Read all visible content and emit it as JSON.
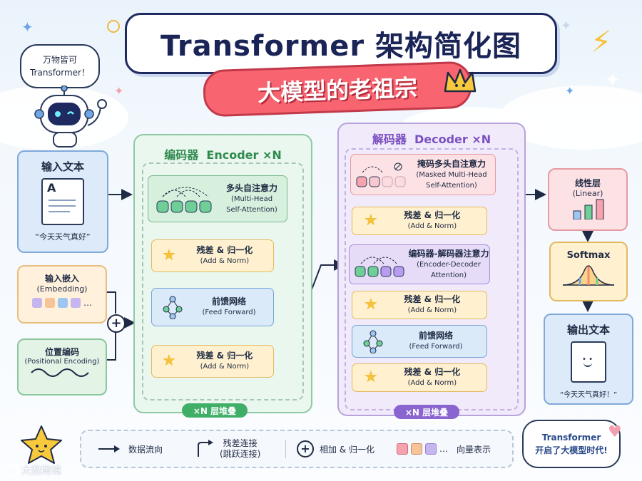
{
  "header": {
    "title": "Transformer 架构简化图",
    "subtitle": "大模型的老祖宗"
  },
  "mascot": {
    "bubble_line1": "万物皆可",
    "bubble_line2": "Transformer！"
  },
  "input_text": {
    "title": "输入文本",
    "doc_letter": "A",
    "sample": "“今天天气真好”"
  },
  "embedding": {
    "title": "输入嵌入",
    "sub": "(Embedding)",
    "ellipsis": "…"
  },
  "positional": {
    "title": "位置编码",
    "sub": "(Positional Encoding)"
  },
  "encoder": {
    "title": "编码器",
    "title_en": "Encoder ×N",
    "attention": {
      "label": "多头自注意力",
      "sub": "(Multi-Head Self-Attention)"
    },
    "addnorm1": {
      "label": "残差 & 归一化",
      "sub": "(Add & Norm)"
    },
    "ffn": {
      "label": "前馈网络",
      "sub": "(Feed Forward)"
    },
    "addnorm2": {
      "label": "残差 & 归一化",
      "sub": "(Add & Norm)"
    },
    "badge": "×N 层堆叠"
  },
  "decoder": {
    "title": "解码器",
    "title_en": "Decoder ×N",
    "masked": {
      "label": "掩码多头自注意力",
      "sub1": "(Masked Multi-Head",
      "sub2": "Self-Attention)"
    },
    "addnorm1": {
      "label": "残差 & 归一化",
      "sub": "(Add & Norm)"
    },
    "cross": {
      "label": "编码器-解码器注意力",
      "sub1": "(Encoder-Decoder",
      "sub2": "Attention)"
    },
    "addnorm2": {
      "label": "残差 & 归一化",
      "sub": "(Add & Norm)"
    },
    "ffn": {
      "label": "前馈网络",
      "sub": "(Feed Forward)"
    },
    "addnorm3": {
      "label": "残差 & 归一化",
      "sub": "(Add & Norm)"
    },
    "badge": "×N 层堆叠"
  },
  "linear": {
    "title": "线性层",
    "sub": "(Linear)"
  },
  "softmax": {
    "title": "Softmax"
  },
  "output_text": {
    "title": "输出文本",
    "sample": "“今天天气真好！”"
  },
  "legend": {
    "data_flow": "数据流向",
    "residual": "残差连接",
    "residual_sub": "(跳跃连接)",
    "add_norm": "相加 & 归一化",
    "vector_ellipsis": "…",
    "vector": "向量表示"
  },
  "footer_bubble": {
    "line1": "Transformer",
    "line2": "开启了大模型时代!"
  },
  "watermark": "大数跨境",
  "colors": {
    "encoder": "#8fc9a3",
    "decoder": "#b8a2dd",
    "title_red": "#f86470",
    "badge_green": "#3fae66",
    "badge_purple": "#8a64cf"
  }
}
